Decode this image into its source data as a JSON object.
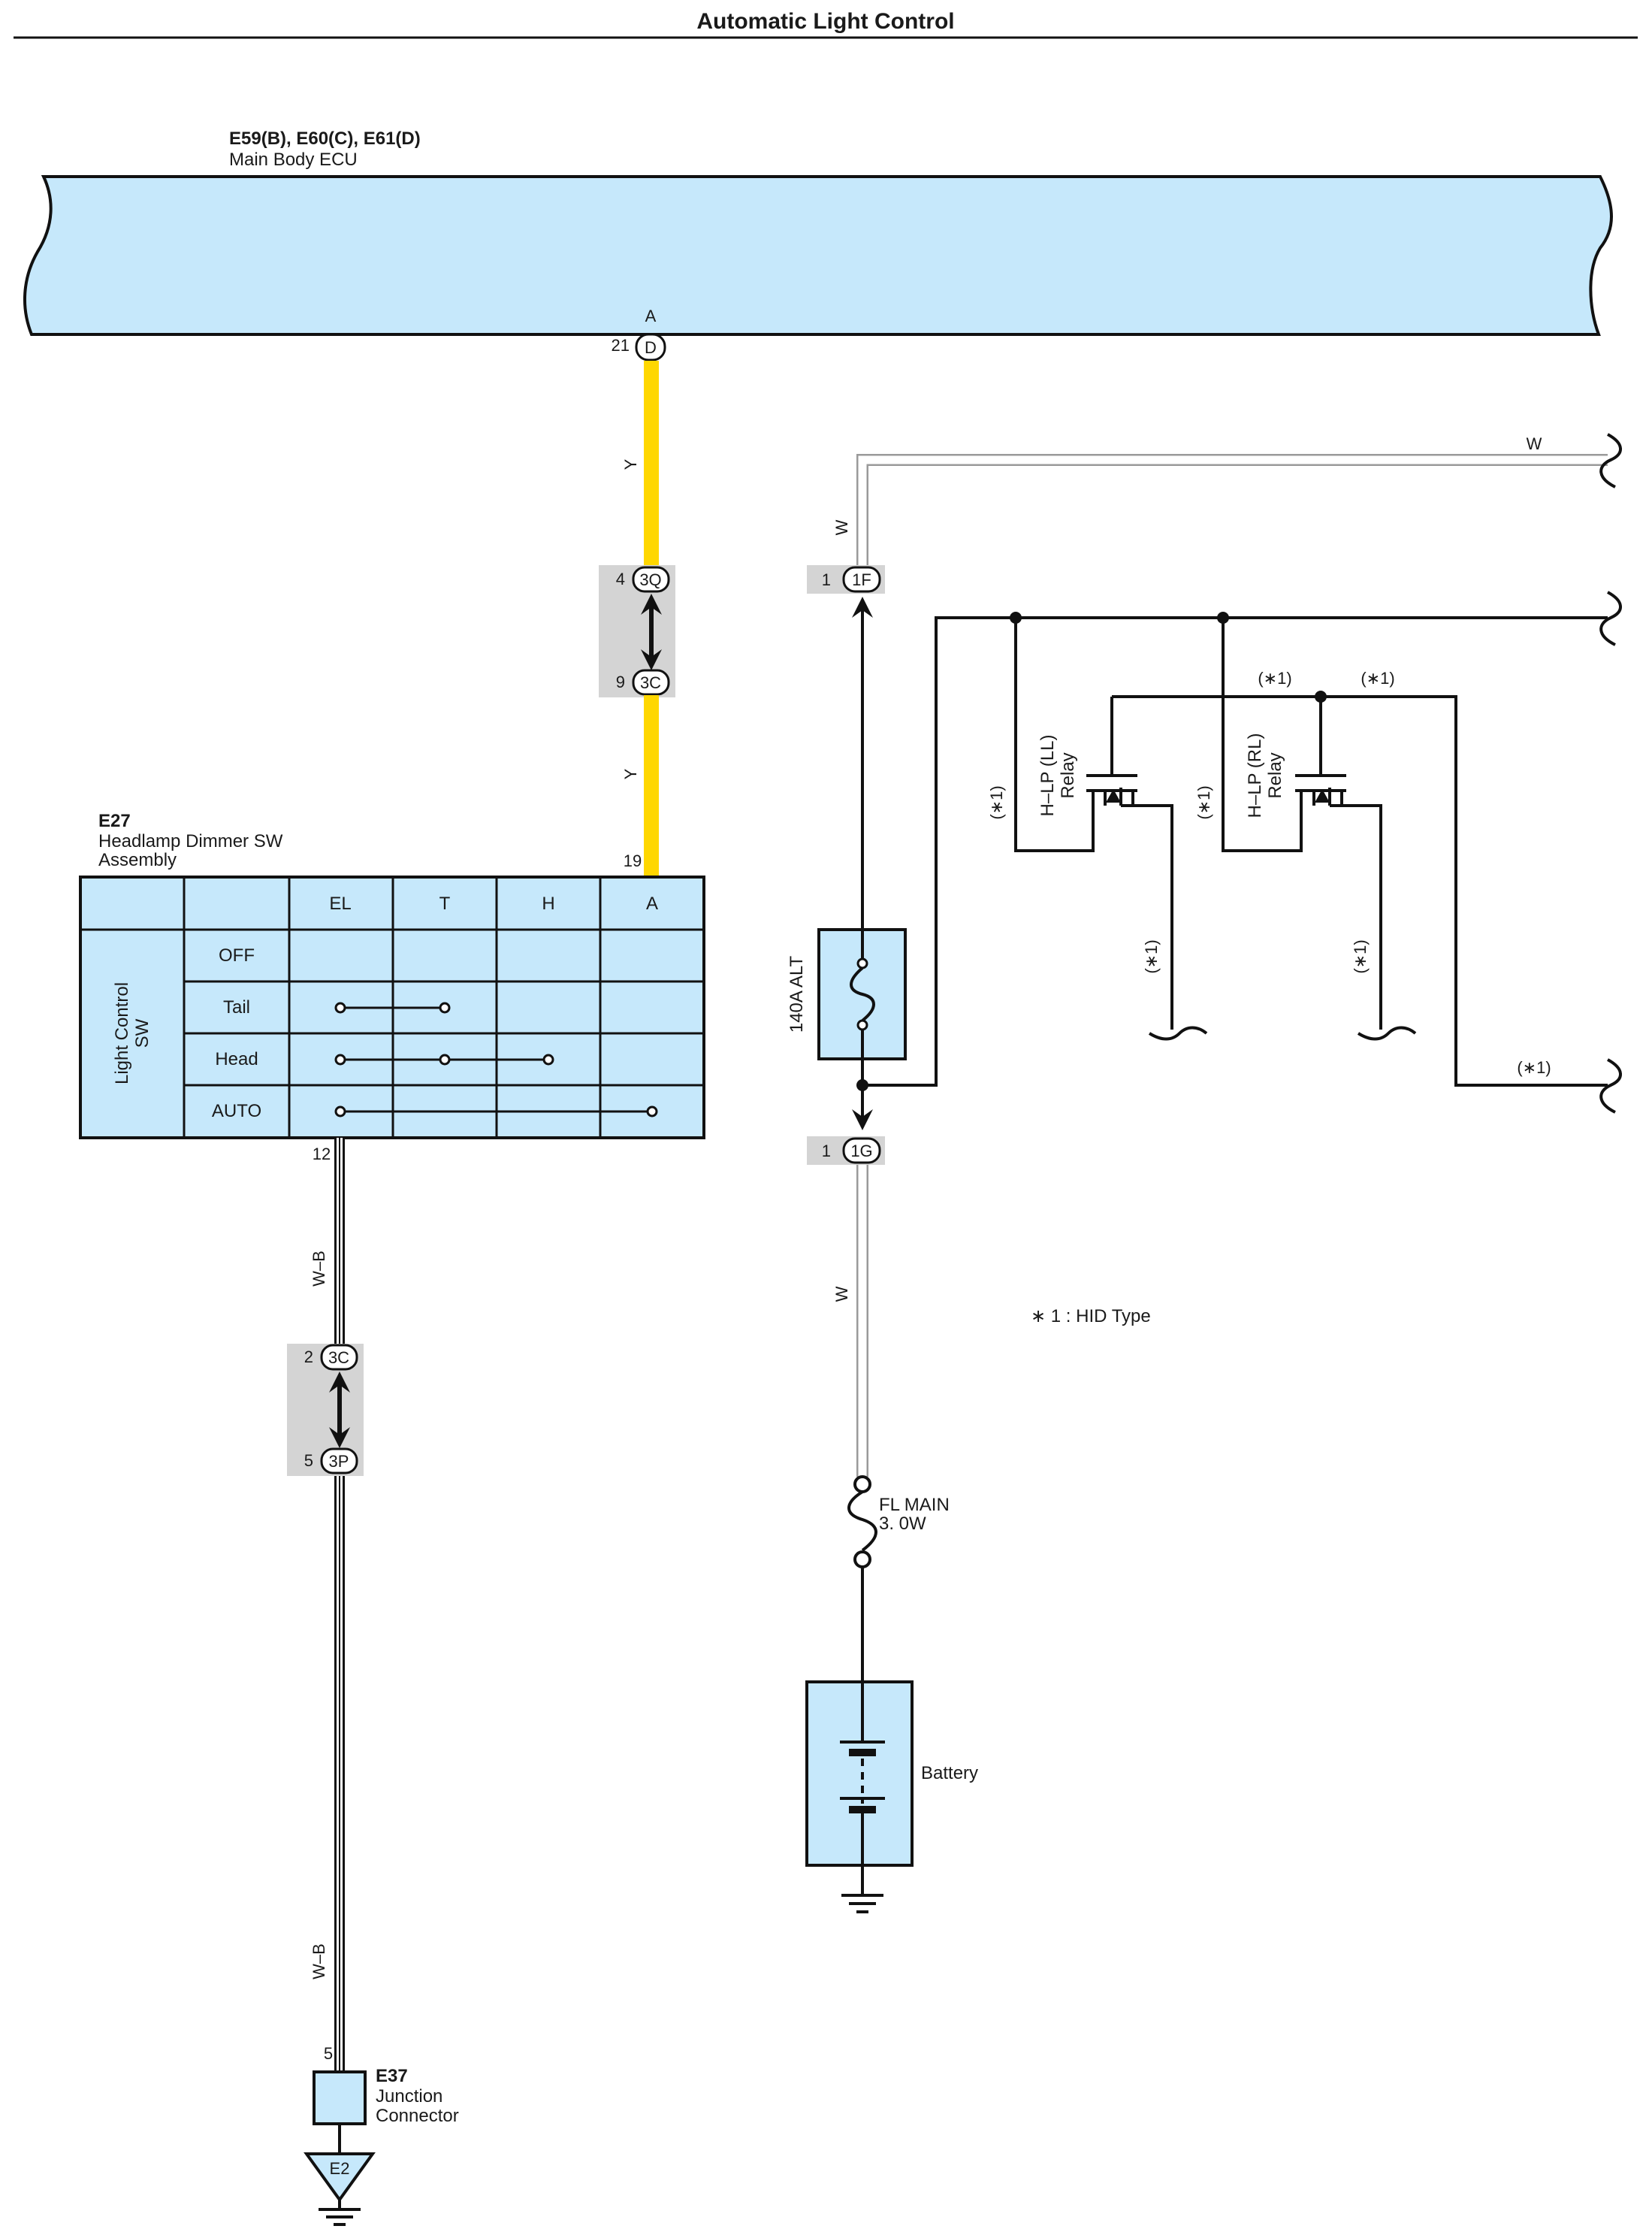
{
  "title": "Automatic Light Control",
  "ecu": {
    "connectors": "E59(B), E60(C), E61(D)",
    "name": "Main Body ECU",
    "terminal_letter": "A",
    "pin": "21",
    "connector": "D"
  },
  "switch": {
    "code": "E27",
    "name_line1": "Headlamp Dimmer SW",
    "name_line2": "Assembly",
    "pin_top": "19",
    "pin_bottom": "12",
    "side_label_line1": "Light Control",
    "side_label_line2": "SW",
    "columns": [
      "EL",
      "T",
      "H",
      "A"
    ],
    "rows": [
      {
        "label": "OFF",
        "connects": []
      },
      {
        "label": "Tail",
        "connects": [
          "EL",
          "T"
        ]
      },
      {
        "label": "Head",
        "connects": [
          "EL",
          "T",
          "H"
        ]
      },
      {
        "label": "AUTO",
        "connects": [
          "EL",
          "A"
        ]
      }
    ]
  },
  "wires": {
    "yellow_top": "Y",
    "yellow_mid": "Y",
    "wb_upper": "W–B",
    "wb_lower": "W–B",
    "w_upper": "W",
    "w_top_right": "W",
    "w_lower": "W"
  },
  "junctions": {
    "y_top": {
      "pin": "4",
      "connector": "3Q"
    },
    "y_bottom": {
      "pin": "9",
      "connector": "3C"
    },
    "wb_top": {
      "pin": "2",
      "connector": "3C"
    },
    "wb_bottom": {
      "pin": "5",
      "connector": "3P"
    },
    "w_top": {
      "pin": "1",
      "connector": "1F"
    },
    "w_bottom": {
      "pin": "1",
      "connector": "1G"
    }
  },
  "fuses": {
    "alt": "140A ALT",
    "main_line1": "FL MAIN",
    "main_line2": "3. 0W"
  },
  "relays": {
    "ll_line1": "H–LP (LL)",
    "ll_line2": "Relay",
    "rl_line1": "H–LP (RL)",
    "rl_line2": "Relay",
    "star_mark": "(∗1)"
  },
  "battery": "Battery",
  "junction_connector": {
    "code": "E37",
    "name_line1": "Junction",
    "name_line2": "Connector",
    "pin": "5",
    "ground": "E2"
  },
  "note": "∗ 1 : HID Type",
  "colors": {
    "component_fill": "#c6e8fb",
    "yellow_wire": "#ffd700",
    "junction_gray": "#d4d4d4"
  }
}
